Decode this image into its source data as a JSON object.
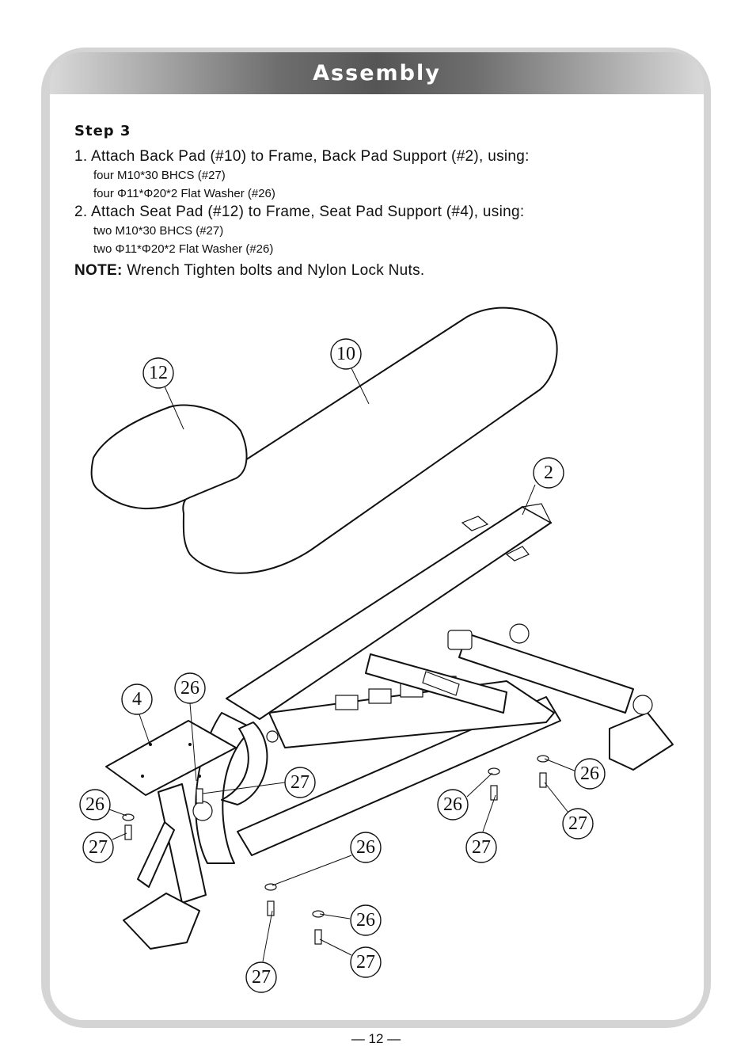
{
  "header": {
    "title": "Assembly"
  },
  "step": {
    "title": "Step 3",
    "instructions": [
      {
        "text": "1. Attach Back Pad (#10) to Frame, Back Pad Support (#2), using:",
        "items": [
          "four M10*30 BHCS (#27)",
          "four Φ11*Φ20*2 Flat Washer (#26)"
        ]
      },
      {
        "text": "2. Attach Seat Pad (#12) to Frame, Seat Pad Support (#4), using:",
        "items": [
          "two M10*30 BHCS (#27)",
          "two Φ11*Φ20*2 Flat Washer (#26)"
        ]
      }
    ],
    "note_label": "NOTE:",
    "note_text": " Wrench Tighten bolts and Nylon Lock Nuts."
  },
  "callouts": [
    "12",
    "10",
    "2",
    "4",
    "26",
    "27",
    "26",
    "27",
    "26",
    "27",
    "26",
    "27",
    "26",
    "27",
    "26",
    "27"
  ],
  "page_number": "— 12 —"
}
